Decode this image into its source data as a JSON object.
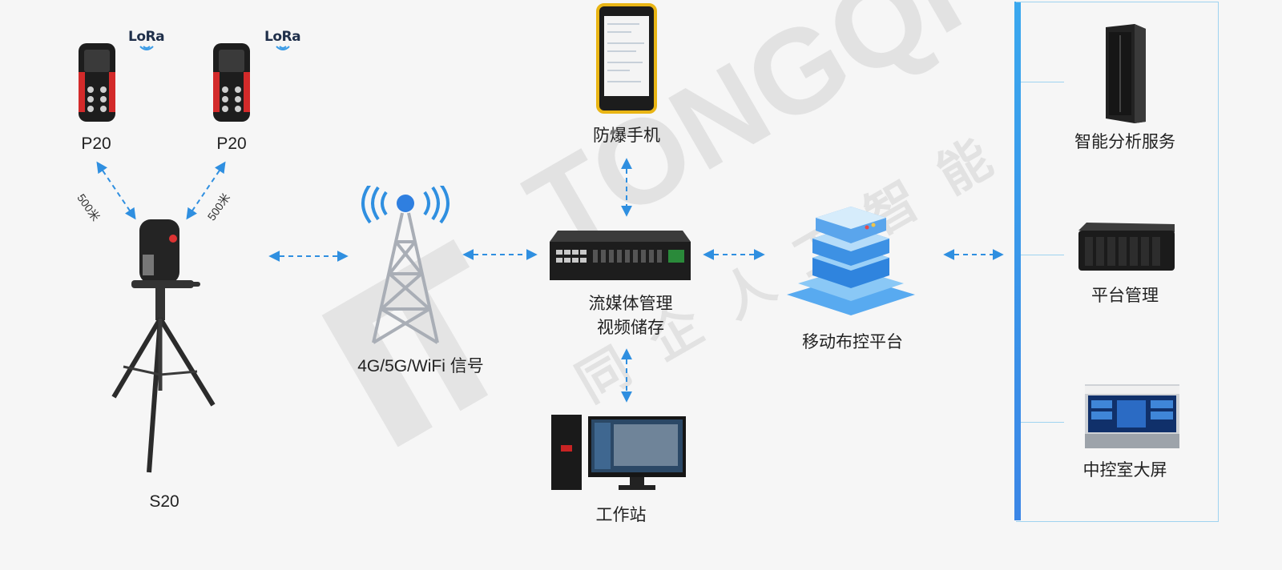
{
  "nodes": {
    "p20_left": {
      "label": "P20",
      "badge": "LoRa"
    },
    "p20_right": {
      "label": "P20",
      "badge": "LoRa"
    },
    "s20": {
      "label": "S20"
    },
    "tower": {
      "label": "4G/5G/WiFi 信号"
    },
    "phone": {
      "label": "防爆手机"
    },
    "switch": {
      "line1": "流媒体管理",
      "line2": "视频储存"
    },
    "workstation": {
      "label": "工作站"
    },
    "platform": {
      "label": "移动布控平台"
    }
  },
  "links": {
    "left_distance": "500米",
    "right_distance": "500米"
  },
  "panel": {
    "items": [
      {
        "label": "智能分析服务"
      },
      {
        "label": "平台管理"
      },
      {
        "label": "中控室大屏"
      }
    ]
  },
  "watermark": {
    "brand": "TONGQI",
    "subtitle": "同企人工智能"
  },
  "colors": {
    "arrow": "#2f8fe0",
    "accent": "#3b8fe6",
    "panel_border": "#9fd3f0"
  }
}
